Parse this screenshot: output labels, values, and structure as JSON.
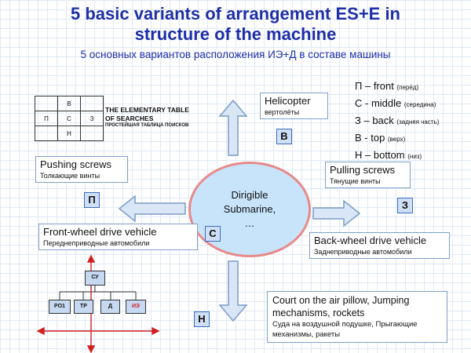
{
  "title": {
    "line1": "5 basic variants of arrangement ES+E in",
    "line2": "structure of the machine",
    "subtitle": "5 основных вариантов расположения ИЭ+Д   в  составе  машины"
  },
  "table": {
    "title_line1": "THE ELEMENTARY TABLE",
    "title_line2": "OF SEARCHES",
    "subtitle": "ПРОСТЕЙШАЯ ТАБЛИЦА ПОИСКОВ",
    "cells": [
      [
        "",
        "В",
        ""
      ],
      [
        "П",
        "С",
        "З"
      ],
      [
        "",
        "Н",
        ""
      ]
    ]
  },
  "legend": [
    {
      "code": "П",
      "name": "front",
      "note": "(перёд)"
    },
    {
      "code": "С",
      "name": "middle",
      "note": "(середина)"
    },
    {
      "code": "З",
      "name": "back",
      "note": "(задняя часть)"
    },
    {
      "code": "В",
      "name": "top",
      "note": "(верх)"
    },
    {
      "code": "Н",
      "name": "bottom",
      "note": "(низ)"
    }
  ],
  "boxes": {
    "helicopter": {
      "en": "Helicopter",
      "ru": "вертолёты"
    },
    "pushing": {
      "en": "Pushing screws",
      "ru": "Толкающие винты"
    },
    "pulling": {
      "en": "Pulling screws",
      "ru": "Тянущие винты"
    },
    "front_wheel": {
      "en": "Front-wheel drive vehicle",
      "ru": "Переднеприводные автомобили"
    },
    "back_wheel": {
      "en": "Back-wheel drive vehicle",
      "ru": "Заднеприводные  автомобили"
    },
    "court": {
      "en": "Court on the air pillow, Jumping mechanisms, rockets",
      "ru": "Суда на воздушной  подушке, Прыгающие механизмы, ракеты"
    }
  },
  "markers": {
    "top": "В",
    "left": "П",
    "right": "З",
    "center": "С",
    "bottom": "Н"
  },
  "center": {
    "line1": "Dirigible",
    "line2": "Submarine,",
    "line3": "…"
  },
  "tree": {
    "root": "СУ",
    "children": [
      "РО1",
      "ТР",
      "Д",
      "ИЭ"
    ]
  },
  "colors": {
    "title": "#1e2fa8",
    "arrow_fill": "#d9e6f5",
    "arrow_stroke": "#7b9cc7",
    "circle_fill": "#c8e4fb",
    "circle_border": "#e78a8a",
    "ie_text": "#cc2222"
  }
}
